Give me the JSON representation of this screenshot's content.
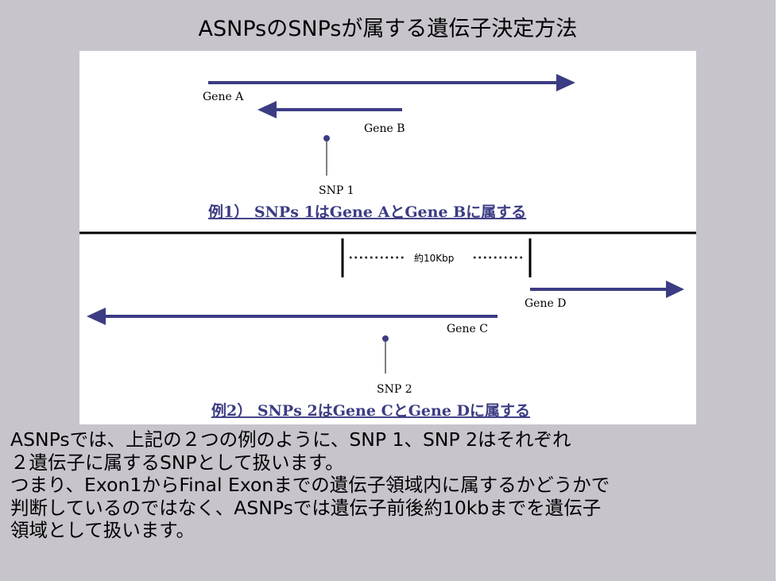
{
  "title": "ASNPsのSNPsが属する遺伝子決定方法",
  "colors": {
    "arrow": "#3c3c84",
    "frame": "#c8c4cc",
    "panel": "#ffffff",
    "divider": "#000000"
  },
  "example1": {
    "gene_a": "Gene A",
    "gene_b": "Gene B",
    "snp": "SNP 1",
    "caption": "例1） SNPs 1はGene AとGene Bに属する"
  },
  "example2": {
    "distance": "約10Kbp",
    "gene_c": "Gene C",
    "gene_d": "Gene D",
    "snp": "SNP 2",
    "caption": "例2） SNPs 2はGene CとGene Dに属する"
  },
  "body": [
    "ASNPsでは、上記の２つの例のように、SNP 1、SNP 2はそれぞれ",
    "２遺伝子に属するSNPとして扱います。",
    "つまり、Exon1からFinal Exonまでの遺伝子領域内に属するかどうかで",
    "判断しているのではなく、ASNPsでは遺伝子前後約10kbまでを遺伝子",
    "領域として扱います。"
  ]
}
